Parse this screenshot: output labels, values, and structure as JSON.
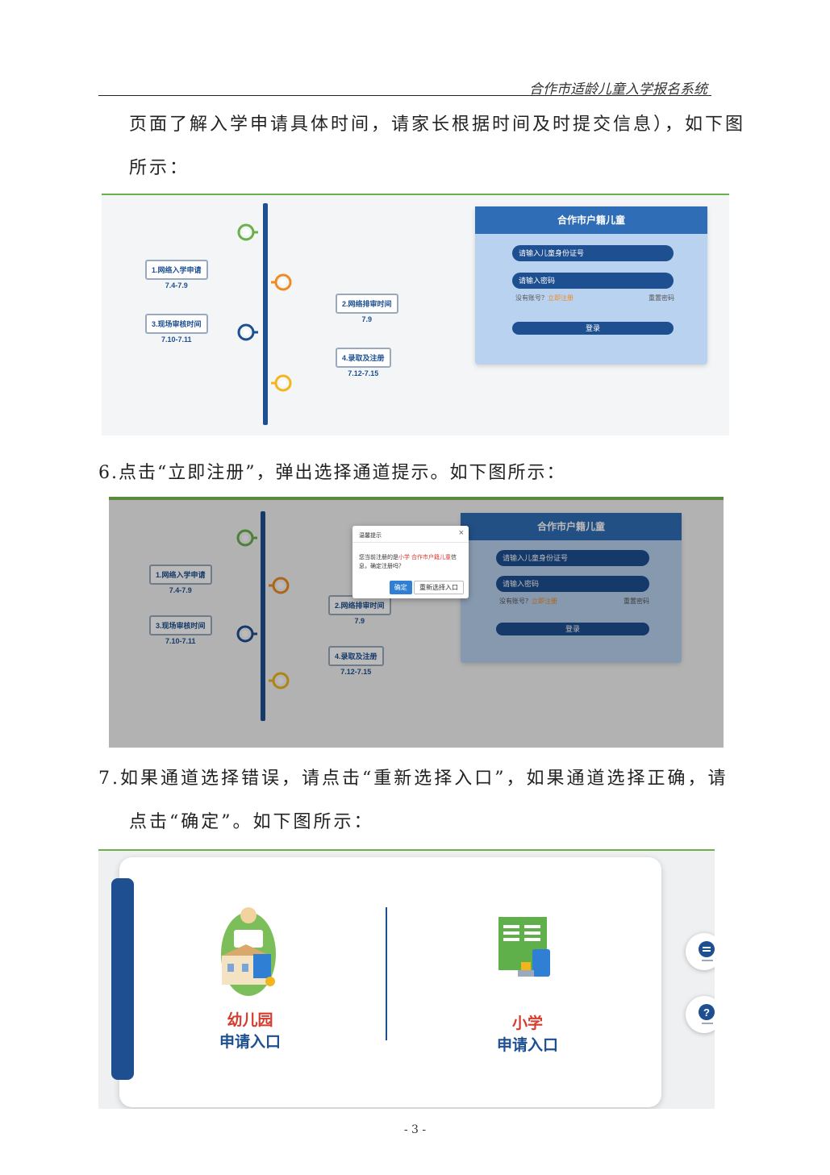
{
  "header": {
    "title": "合作市适龄儿童入学报名系统"
  },
  "paragraphs": {
    "p1_line1": "页面了解入学申请具体时间，请家长根据时间及时提交信息），如下图",
    "p1_line2": "所示：",
    "p2": "6.点击“立即注册”，弹出选择通道提示。如下图所示：",
    "p3_line1": "7.如果通道选择错误，请点击“重新选择入口”，如果通道选择正确，请",
    "p3_line2": "点击“确定”。如下图所示："
  },
  "timeline": {
    "stages": [
      {
        "label": "1.网络入学申请",
        "date": "7.4-7.9"
      },
      {
        "label": "2.网络排审时间",
        "date": "7.9"
      },
      {
        "label": "3.现场审核时间",
        "date": "7.10-7.11"
      },
      {
        "label": "4.录取及注册",
        "date": "7.12-7.15"
      }
    ]
  },
  "login": {
    "title": "合作市户籍儿童",
    "id_placeholder": "请输入儿童身份证号",
    "password_placeholder": "请输入密码",
    "no_account": "没有账号？",
    "register_link": "立即注册",
    "reset_password": "重置密码",
    "login_button": "登录"
  },
  "dialog": {
    "title": "温馨提示",
    "close": "×",
    "message_prefix": "您当前注册的是",
    "message_highlight": "小学 合作市户籍儿童",
    "message_suffix": "信息，确定注册吗？",
    "confirm": "确定",
    "reselect": "重新选择入口"
  },
  "entries": {
    "kindergarten_line1": "幼儿园",
    "kindergarten_line2": "申请入口",
    "primary_line1": "小学",
    "primary_line2": "申请入口"
  },
  "page_number": "- 3 -",
  "colors": {
    "brand_blue": "#1d4f91",
    "accent_green": "#6ab04c",
    "accent_orange": "#f08a24"
  }
}
